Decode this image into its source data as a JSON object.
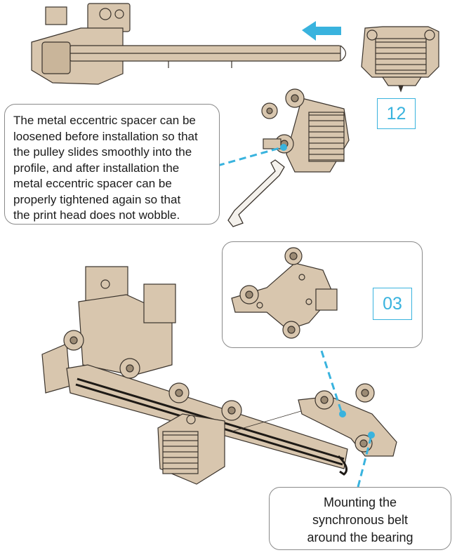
{
  "steps": {
    "step_a_number": "12",
    "step_b_number": "03"
  },
  "callouts": {
    "eccentric_spacer_lines": [
      "The metal eccentric spacer can be",
      "loosened before installation so that",
      "the pulley slides smoothly into the",
      "profile, and after installation the",
      "metal eccentric spacer can be",
      "properly tightened again so that",
      "the print head does not wobble."
    ],
    "belt_lines": [
      "Mounting the",
      "synchronous belt",
      "around the bearing"
    ]
  },
  "colors": {
    "accent_blue": "#39b3de",
    "part_fill": "#d8c6ae",
    "part_stroke": "#3a332c",
    "callout_border": "#8a8a8a"
  },
  "icons": {
    "direction_arrow": "arrow-left-icon",
    "tool": "wrench-icon"
  }
}
